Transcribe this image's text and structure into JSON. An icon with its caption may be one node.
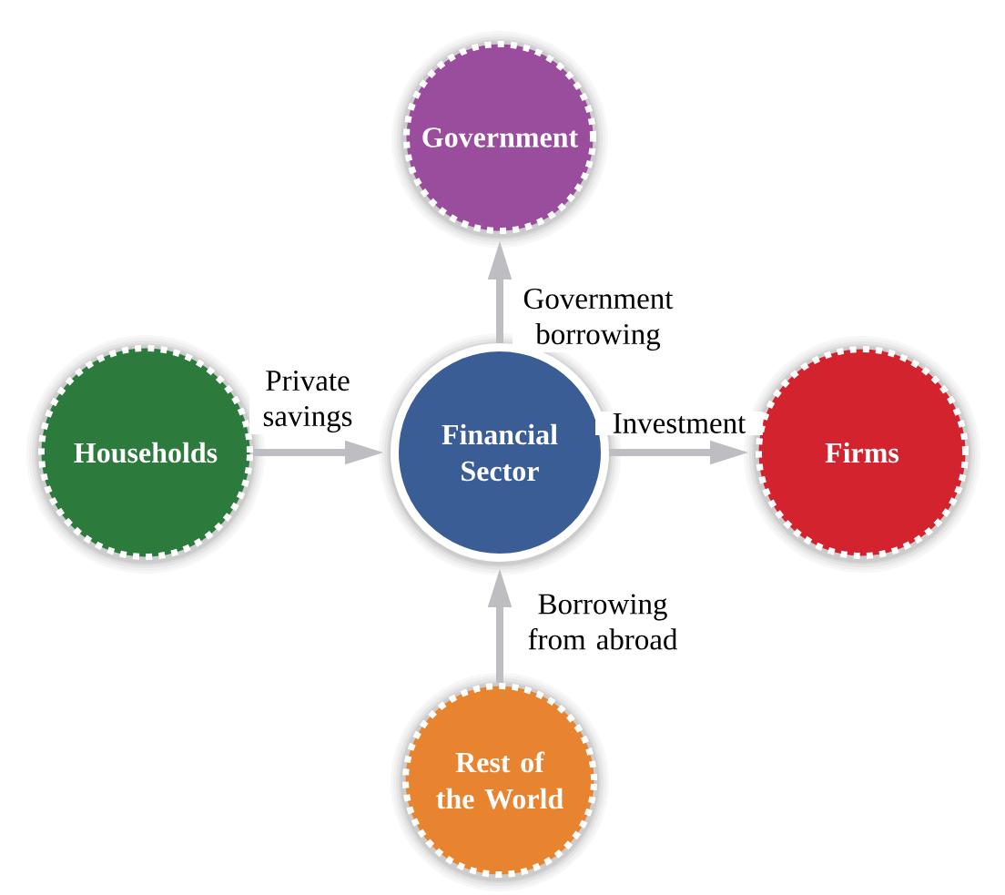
{
  "diagram": {
    "nodes": [
      {
        "text": [
          "Government"
        ]
      },
      {
        "text": [
          "Households"
        ]
      },
      {
        "text": [
          "Financial Sector"
        ]
      },
      {
        "text": [
          "Firms"
        ]
      },
      {
        "text": [
          "Rest of the World"
        ]
      }
    ],
    "edges": [
      {
        "from": 2,
        "to": 0,
        "arrow": "to",
        "label": "Government borrowing"
      },
      {
        "from": 1,
        "to": 2,
        "arrow": "to",
        "label": "Private savings"
      },
      {
        "from": 2,
        "to": 3,
        "arrow": "to",
        "label": "Investment"
      },
      {
        "from": 4,
        "to": 2,
        "arrow": "to",
        "label": "Borrowing from abroad"
      }
    ]
  }
}
